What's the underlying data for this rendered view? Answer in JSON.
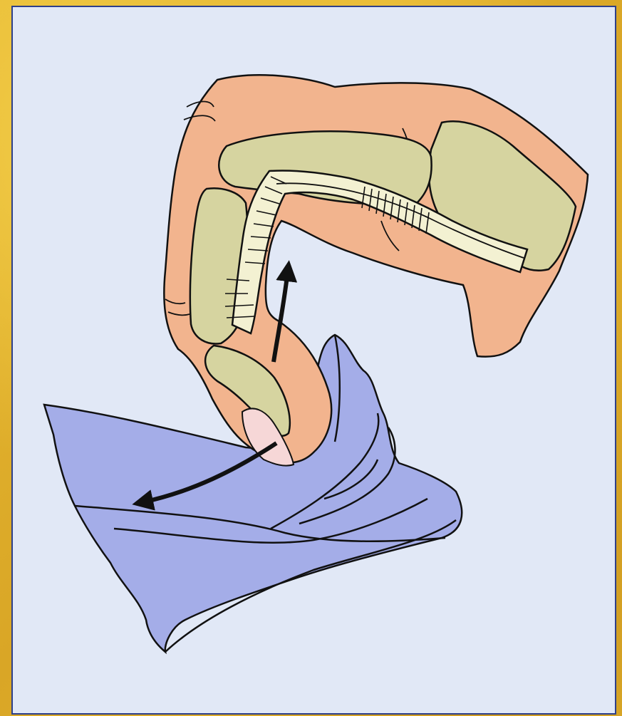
{
  "figure": {
    "subject_icon": "finger-pulp-touching-cloth-illustration",
    "colors": {
      "frame": "#e3b52a",
      "panel_background": "#e1e8f6",
      "panel_border": "#2d3f8a",
      "skin": "#f2b48e",
      "bone": "#d6d4a0",
      "tendon": "#f3f1d2",
      "nail": "#f6d7d7",
      "fabric": "#a4ade8",
      "outline": "#111111",
      "arrow": "#111111"
    },
    "arrows": [
      {
        "name": "upward-flexion-arrow",
        "direction": "up"
      },
      {
        "name": "sideways-fabric-arrow",
        "direction": "left"
      }
    ]
  }
}
